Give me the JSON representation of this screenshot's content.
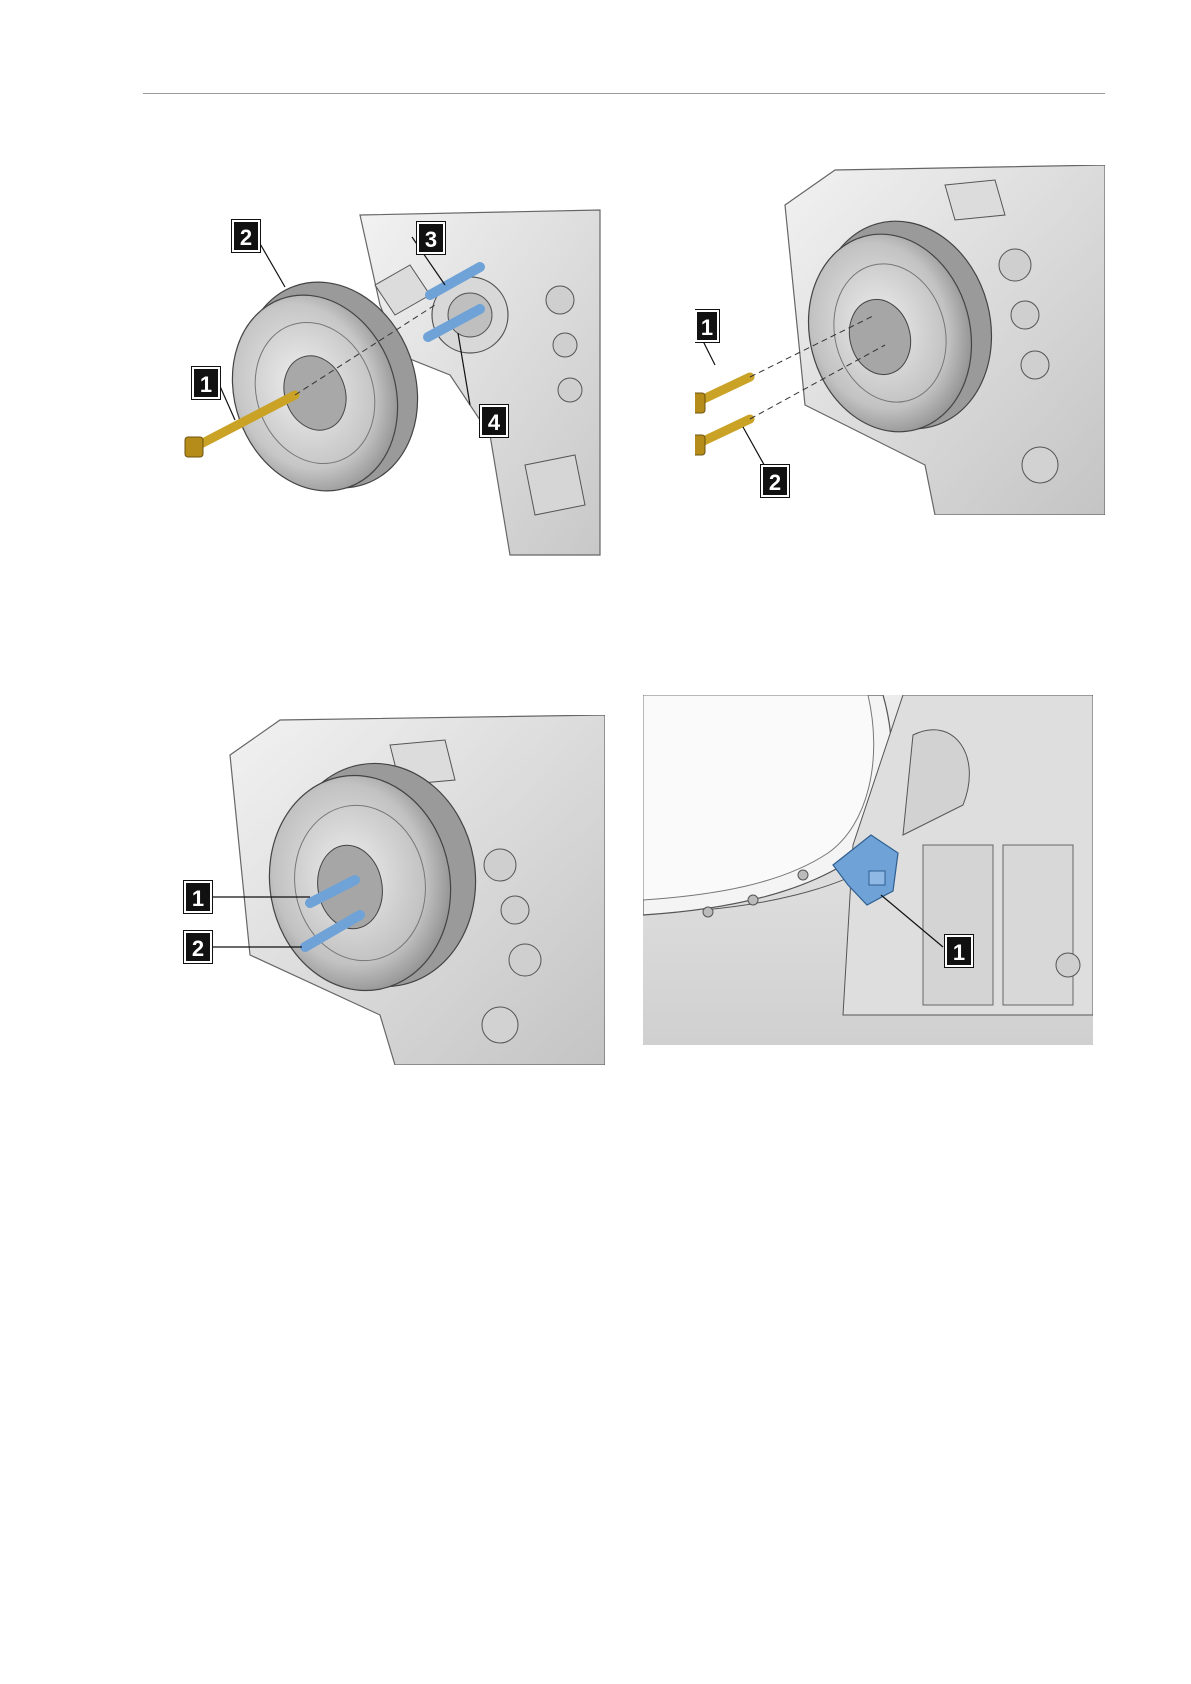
{
  "figures": [
    {
      "id": "fig1",
      "callouts": [
        "1",
        "2",
        "3",
        "4"
      ],
      "parts": [
        "gold-bolt",
        "pulley",
        "blue-pin",
        "blue-pin"
      ]
    },
    {
      "id": "fig2",
      "callouts": [
        "1",
        "2"
      ],
      "parts": [
        "gold-bolt",
        "gold-bolt"
      ]
    },
    {
      "id": "fig3",
      "callouts": [
        "1",
        "2"
      ],
      "parts": [
        "blue-pin",
        "blue-pin"
      ]
    },
    {
      "id": "fig4",
      "callouts": [
        "1"
      ],
      "parts": [
        "blue-sensor"
      ]
    }
  ],
  "colors": {
    "bolt": "#c9a226",
    "pin": "#6fa2d6",
    "engine": "#e2e2e2",
    "engine_shadow": "#9c9c9c",
    "callout_bg": "#111111"
  }
}
